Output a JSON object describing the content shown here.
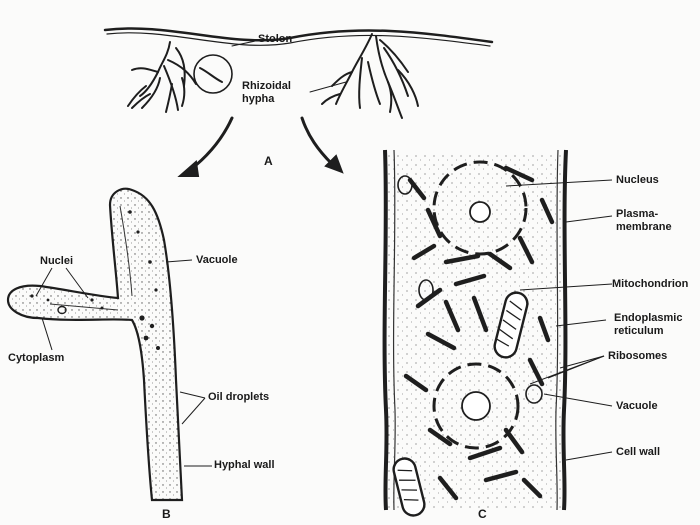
{
  "figure_a": {
    "label": "A",
    "stolon": "Stolon",
    "rhizoidal_hypha": "Rhizoidal\nhypha"
  },
  "figure_b": {
    "label": "B",
    "nuclei": "Nuclei",
    "cytoplasm": "Cytoplasm",
    "vacuole": "Vacuole",
    "oil_droplets": "Oil droplets",
    "hyphal_wall": "Hyphal wall"
  },
  "figure_c": {
    "label": "C",
    "nucleus": "Nucleus",
    "plasma_membrane": "Plasma-\nmembrane",
    "mitochondrion": "Mitochondrion",
    "endoplasmic_reticulum": "Endoplasmic\nreticulum",
    "ribosomes": "Ribosomes",
    "vacuole": "Vacuole",
    "cell_wall": "Cell wall"
  }
}
